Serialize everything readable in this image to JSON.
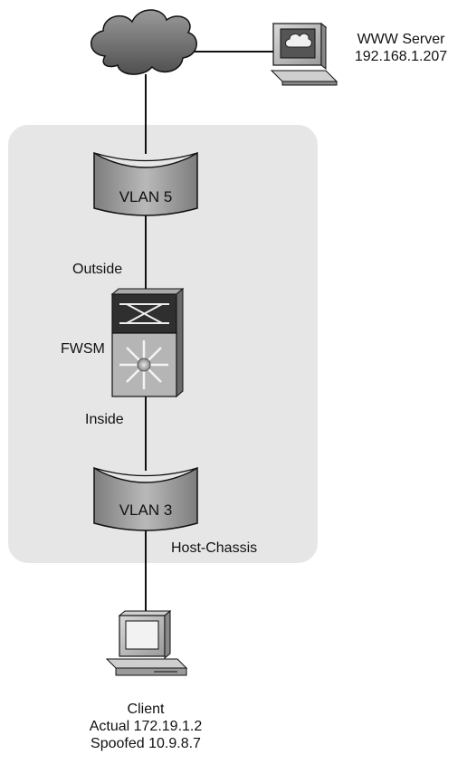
{
  "www_server": {
    "name": "WWW Server",
    "ip": "192.168.1.207"
  },
  "chassis": {
    "label": "Host-Chassis"
  },
  "vlan_outside": {
    "label": "VLAN 5"
  },
  "vlan_inside": {
    "label": "VLAN 3"
  },
  "fwsm": {
    "label": "FWSM",
    "outside_label": "Outside",
    "inside_label": "Inside"
  },
  "client": {
    "name": "Client",
    "actual": "Actual 172.19.1.2",
    "spoofed": "Spoofed 10.9.8.7"
  }
}
